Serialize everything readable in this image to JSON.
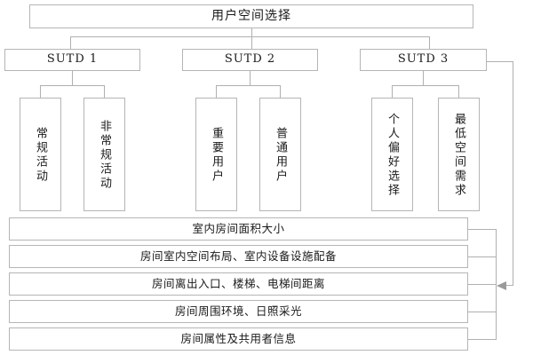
{
  "diagram": {
    "title_box": {
      "label": "用户空间选择"
    },
    "level2": [
      {
        "id": "sutd1",
        "label": "SUTD 1"
      },
      {
        "id": "sutd2",
        "label": "SUTD 2"
      },
      {
        "id": "sutd3",
        "label": "SUTD 3"
      }
    ],
    "level3": [
      {
        "parent": "sutd1",
        "label": "常规活动"
      },
      {
        "parent": "sutd1",
        "label": "非常规活动"
      },
      {
        "parent": "sutd2",
        "label": "重要用户"
      },
      {
        "parent": "sutd2",
        "label": "普通用户"
      },
      {
        "parent": "sutd3",
        "label": "个人偏好选择"
      },
      {
        "parent": "sutd3",
        "label": "最低空间需求"
      }
    ],
    "attributes": [
      {
        "label": "室内房间面积大小"
      },
      {
        "label": "房间室内空间布局、室内设备设施配备"
      },
      {
        "label": "房间离出入口、楼梯、电梯间距离"
      },
      {
        "label": "房间周围环境、日照采光"
      },
      {
        "label": "房间属性及共用者信息"
      }
    ],
    "colors": {
      "line": "#b0b0b0",
      "box_border": "#b5b5b5",
      "background": "#ffffff",
      "text": "#1a1a1a",
      "arrow": "#9a9a9a"
    }
  }
}
